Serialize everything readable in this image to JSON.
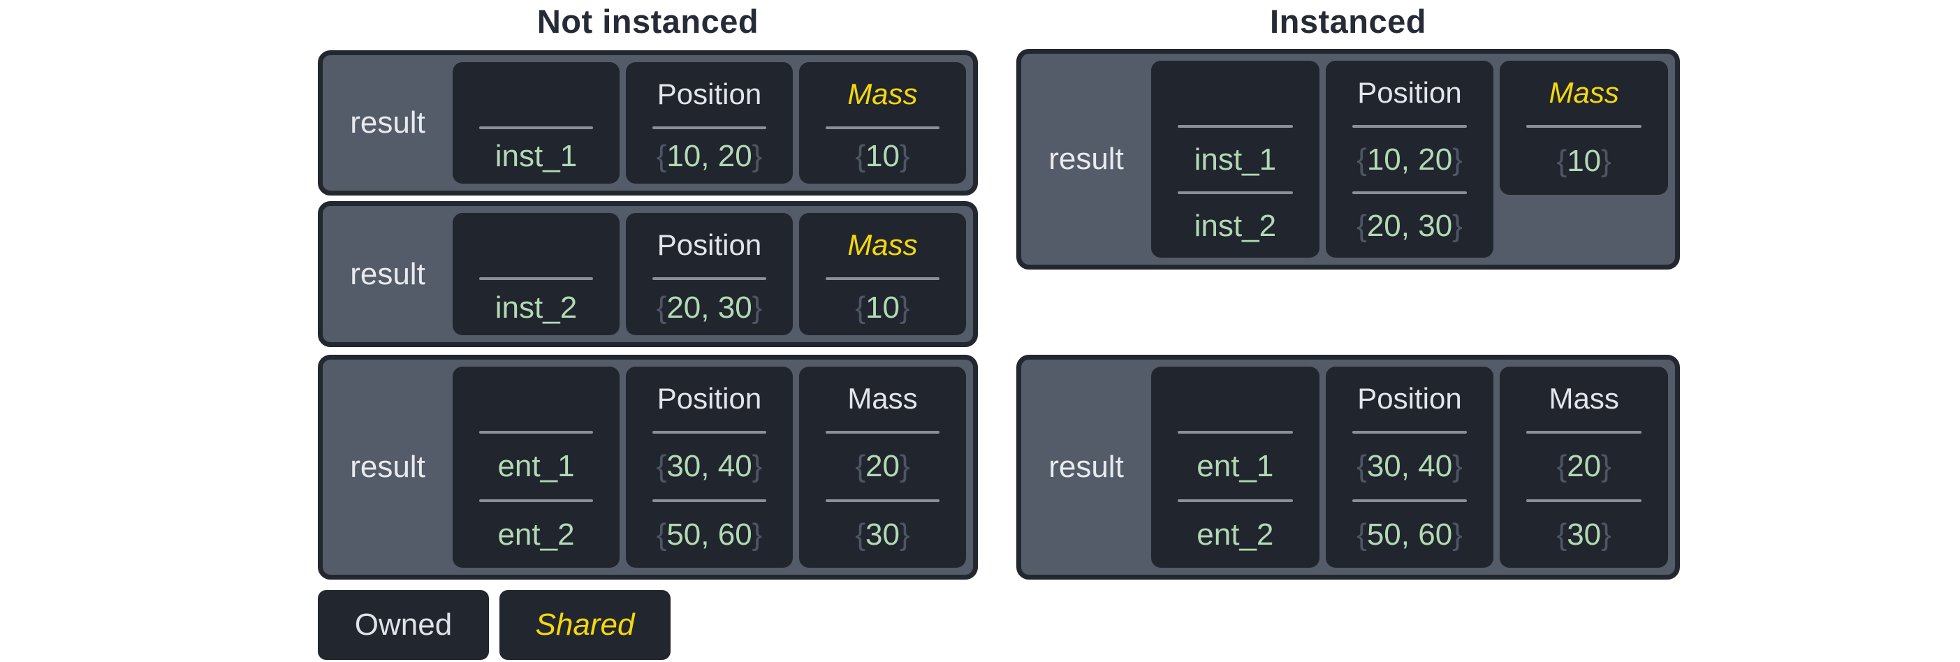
{
  "sections": [
    {
      "title": "Not instanced",
      "tables": [
        {
          "label": "result",
          "columns": [
            {
              "kind": "names",
              "header": "",
              "shared": false,
              "rows": [
                {
                  "text": "inst_1"
                }
              ]
            },
            {
              "kind": "values",
              "header": "Position",
              "shared": false,
              "rows": [
                {
                  "open": "{",
                  "text": "10, 20",
                  "close": "}"
                }
              ]
            },
            {
              "kind": "values",
              "header": "Mass",
              "shared": true,
              "rows": [
                {
                  "open": "{",
                  "text": "10",
                  "close": "}"
                }
              ]
            }
          ]
        },
        {
          "label": "result",
          "columns": [
            {
              "kind": "names",
              "header": "",
              "shared": false,
              "rows": [
                {
                  "text": "inst_2"
                }
              ]
            },
            {
              "kind": "values",
              "header": "Position",
              "shared": false,
              "rows": [
                {
                  "open": "{",
                  "text": "20, 30",
                  "close": "}"
                }
              ]
            },
            {
              "kind": "values",
              "header": "Mass",
              "shared": true,
              "rows": [
                {
                  "open": "{",
                  "text": "10",
                  "close": "}"
                }
              ]
            }
          ]
        },
        {
          "label": "result",
          "columns": [
            {
              "kind": "names",
              "header": "",
              "shared": false,
              "rows": [
                {
                  "text": "ent_1"
                },
                {
                  "text": "ent_2"
                }
              ]
            },
            {
              "kind": "values",
              "header": "Position",
              "shared": false,
              "rows": [
                {
                  "open": "{",
                  "text": "30, 40",
                  "close": "}"
                },
                {
                  "open": "{",
                  "text": "50, 60",
                  "close": "}"
                }
              ]
            },
            {
              "kind": "values",
              "header": "Mass",
              "shared": false,
              "rows": [
                {
                  "open": "{",
                  "text": "20",
                  "close": "}"
                },
                {
                  "open": "{",
                  "text": "30",
                  "close": "}"
                }
              ]
            }
          ]
        }
      ]
    },
    {
      "title": "Instanced",
      "tables": [
        {
          "label": "result",
          "columns": [
            {
              "kind": "names",
              "header": "",
              "shared": false,
              "rows": [
                {
                  "text": "inst_1"
                },
                {
                  "text": "inst_2"
                }
              ]
            },
            {
              "kind": "values",
              "header": "Position",
              "shared": false,
              "rows": [
                {
                  "open": "{",
                  "text": "10, 20",
                  "close": "}"
                },
                {
                  "open": "{",
                  "text": "20, 30",
                  "close": "}"
                }
              ]
            },
            {
              "kind": "values",
              "header": "Mass",
              "shared": true,
              "rows": [
                {
                  "open": "{",
                  "text": "10",
                  "close": "}"
                }
              ]
            }
          ]
        },
        {
          "label": "result",
          "columns": [
            {
              "kind": "names",
              "header": "",
              "shared": false,
              "rows": [
                {
                  "text": "ent_1"
                },
                {
                  "text": "ent_2"
                }
              ]
            },
            {
              "kind": "values",
              "header": "Position",
              "shared": false,
              "rows": [
                {
                  "open": "{",
                  "text": "30, 40",
                  "close": "}"
                },
                {
                  "open": "{",
                  "text": "50, 60",
                  "close": "}"
                }
              ]
            },
            {
              "kind": "values",
              "header": "Mass",
              "shared": false,
              "rows": [
                {
                  "open": "{",
                  "text": "20",
                  "close": "}"
                },
                {
                  "open": "{",
                  "text": "30",
                  "close": "}"
                }
              ]
            }
          ]
        }
      ]
    }
  ],
  "legend": [
    {
      "label": "Owned",
      "shared": false
    },
    {
      "label": "Shared",
      "shared": true
    }
  ],
  "colors": {
    "page_bg": "#ffffff",
    "title_text": "#262b38",
    "box_border": "#232730",
    "box_bg": "#545b69",
    "cell_bg": "#21252e",
    "label_text": "#e8eaee",
    "header_text": "#e2e6eb",
    "shared_text": "#f5d80b",
    "value_text": "#b2d9b4",
    "brace_text": "#4e5665",
    "divider": "#8a8f99",
    "legend_bg": "#22262f",
    "legend_owned_text": "#dfe3e8",
    "legend_shared_text": "#f5d80b"
  }
}
